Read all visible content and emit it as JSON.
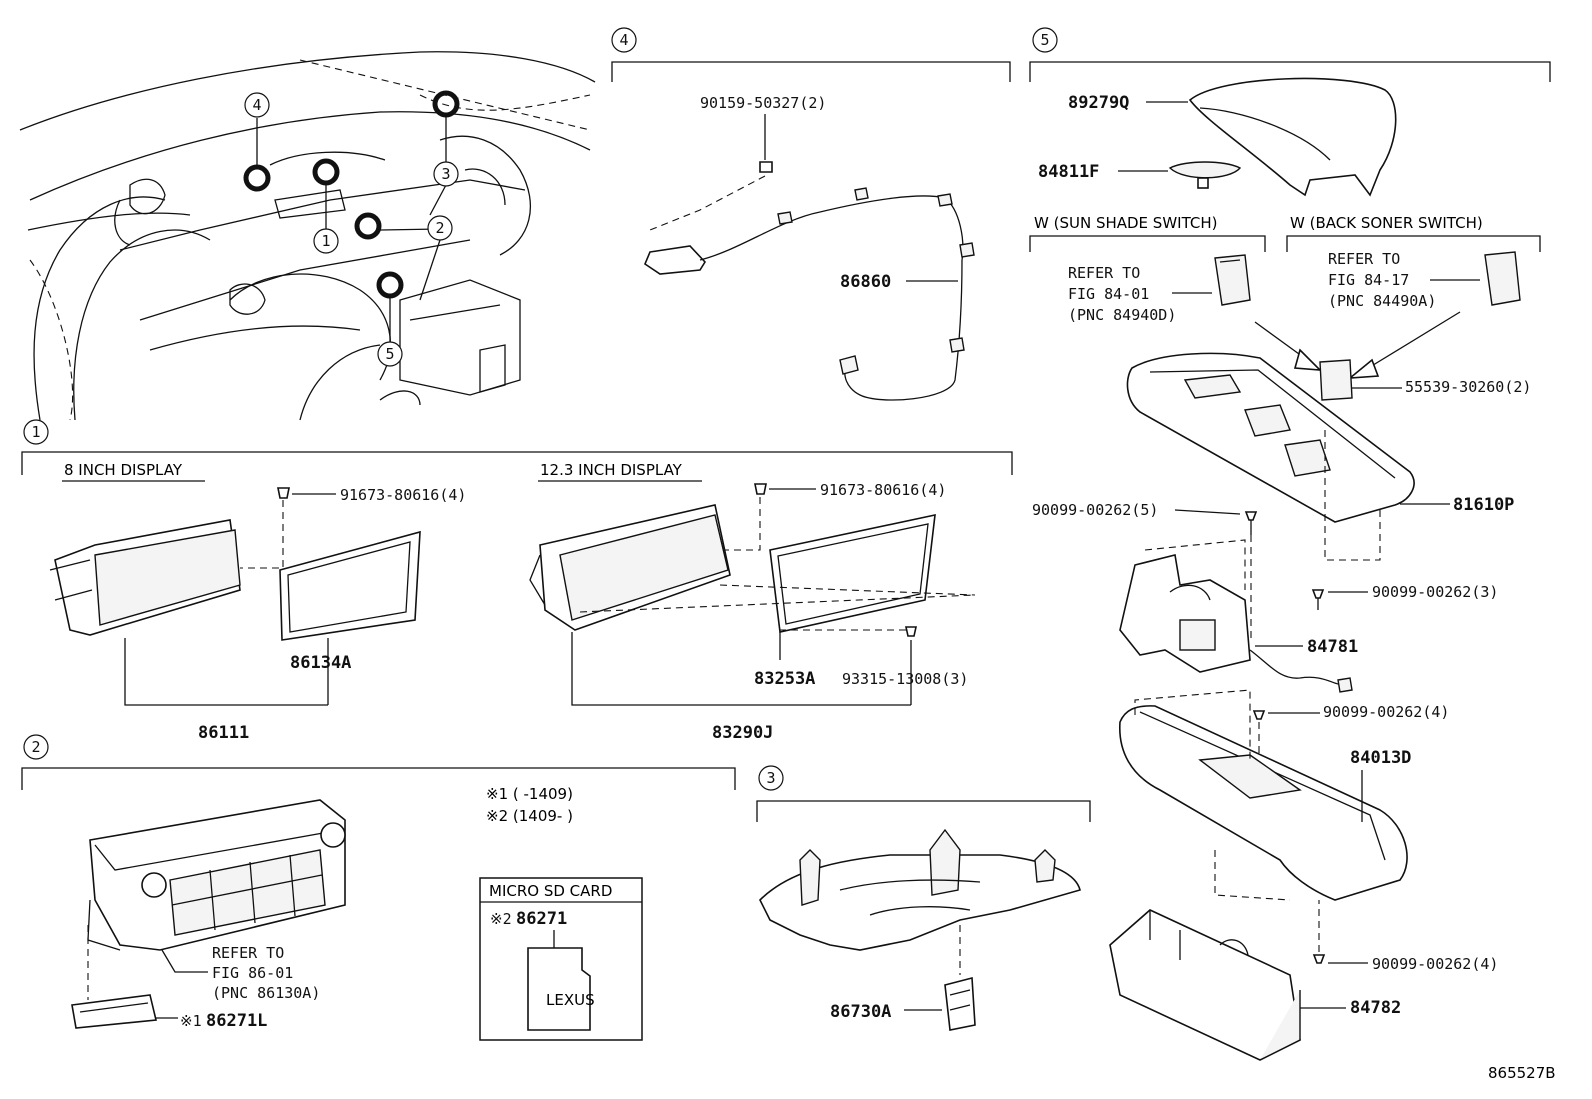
{
  "diagram": {
    "figure_id": "865527B",
    "callouts": [
      "1",
      "2",
      "3",
      "4",
      "5"
    ],
    "sections": {
      "s1": {
        "number": "1",
        "displays": [
          {
            "title": "8 INCH DISPLAY",
            "parts": [
              "91673-80616(4)",
              "86134A",
              "86111"
            ]
          },
          {
            "title": "12.3 INCH DISPLAY",
            "parts": [
              "91673-80616(4)",
              "83253A",
              "93315-13008(3)",
              "83290J"
            ]
          }
        ]
      },
      "s2": {
        "number": "2",
        "notes": [
          "※1 (      -1409)",
          "※2 (1409-      )"
        ],
        "refer": [
          "REFER TO",
          "FIG 86-01",
          "(PNC 86130A)"
        ],
        "part_86271L": "86271L",
        "mark_86271L": "※1",
        "sd_card": {
          "title": "MICRO SD CARD",
          "mark": "※2",
          "part": "86271",
          "brand": "LEXUS"
        }
      },
      "s3": {
        "number": "3",
        "parts": [
          "86730A"
        ]
      },
      "s4": {
        "number": "4",
        "parts": [
          "90159-50327(2)",
          "86860"
        ]
      },
      "s5": {
        "number": "5",
        "parts": [
          "89279Q",
          "84811F",
          "55539-30260(2)",
          "81610P",
          "90099-00262(5)",
          "90099-00262(3)",
          "84781",
          "90099-00262(4)",
          "84013D",
          "90099-00262(4)",
          "84782"
        ],
        "variants": [
          {
            "title": "W (SUN SHADE SWITCH)",
            "refer": [
              "REFER TO",
              "FIG 84-01",
              "(PNC 84940D)"
            ]
          },
          {
            "title": "W (BACK SONER SWITCH)",
            "refer": [
              "REFER TO",
              "FIG 84-17",
              "(PNC 84490A)"
            ]
          }
        ]
      }
    }
  }
}
